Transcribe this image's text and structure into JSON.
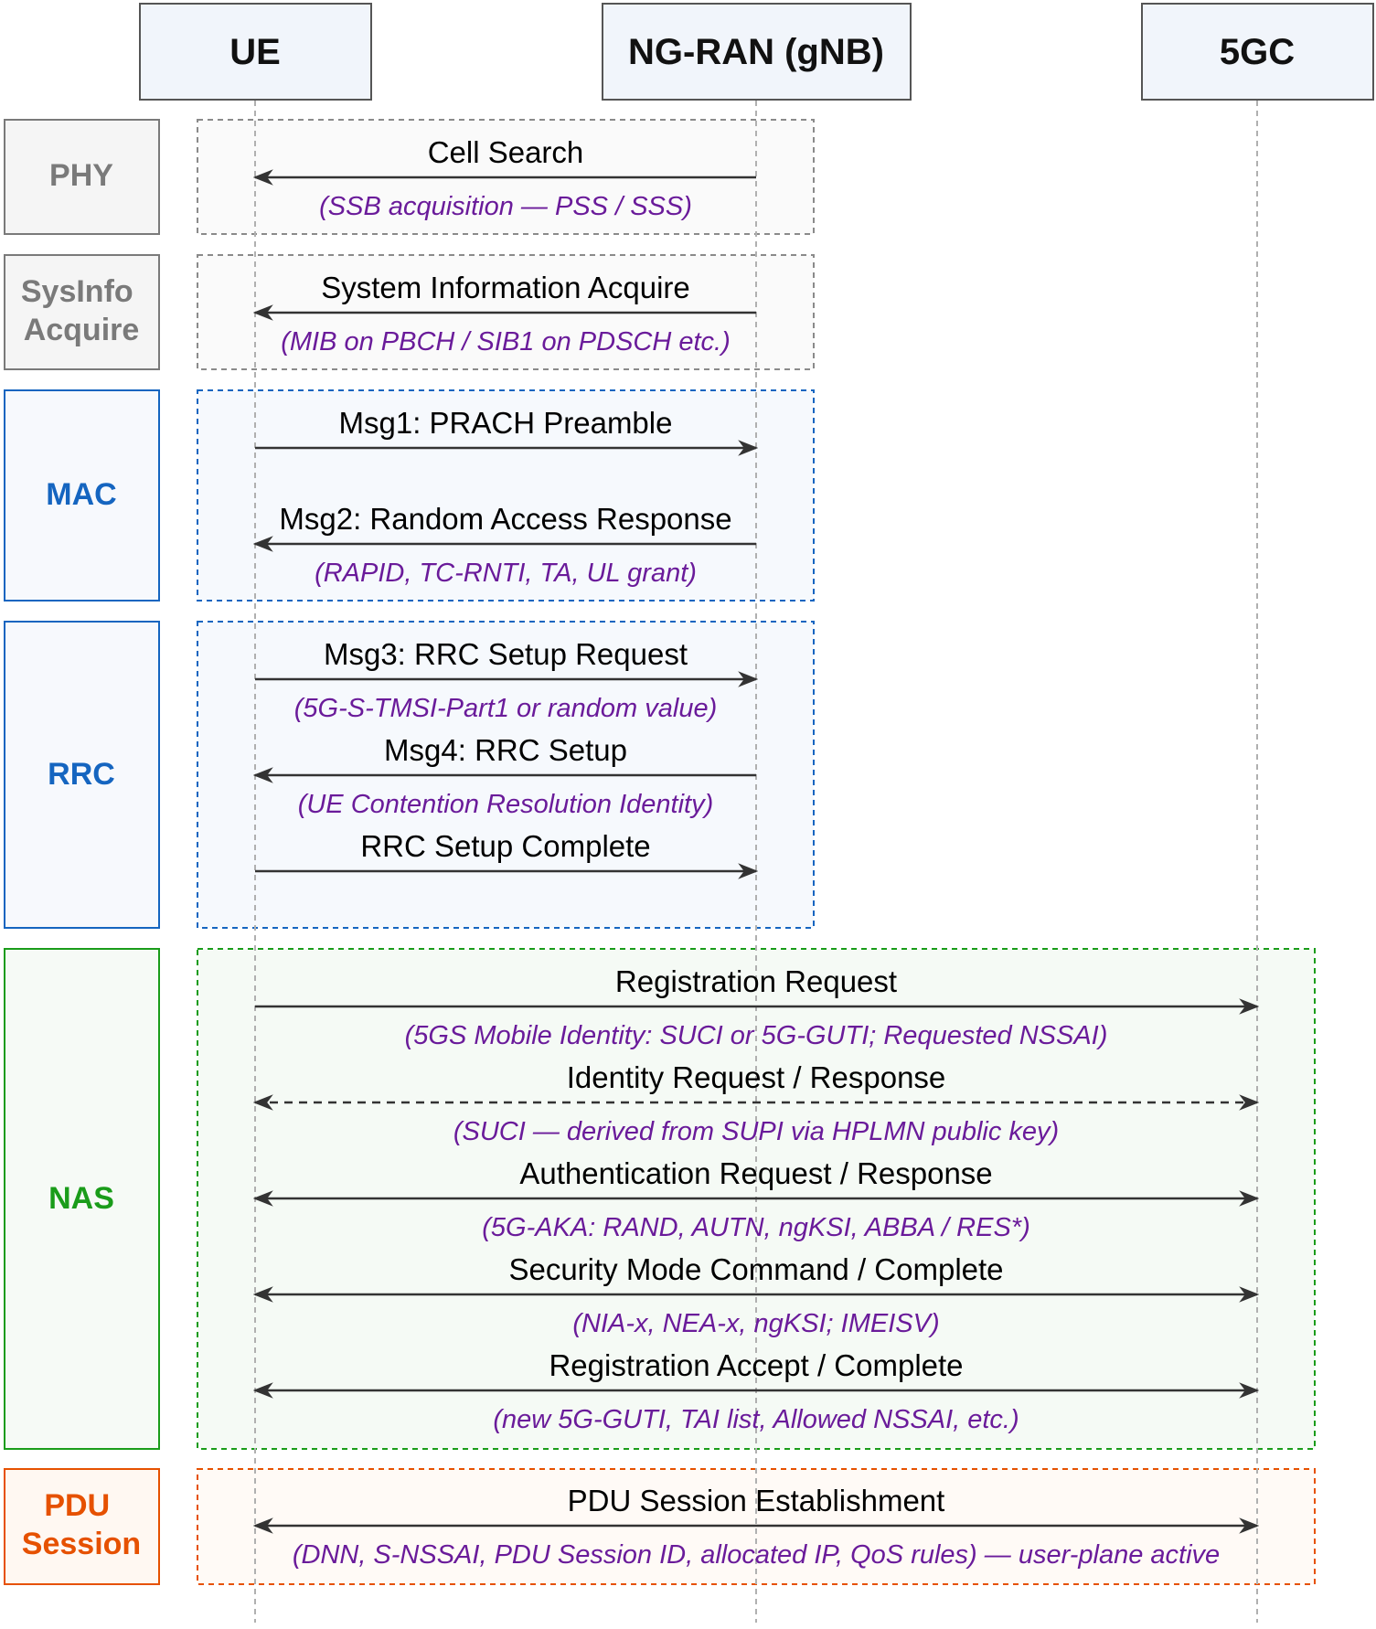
{
  "participants": [
    {
      "id": "ue",
      "label": "UE"
    },
    {
      "id": "gnb",
      "label": "NG-RAN (gNB)"
    },
    {
      "id": "core",
      "label": "5GC"
    }
  ],
  "layers": [
    {
      "id": "phy",
      "lines": [
        "PHY"
      ],
      "color": "#7a7a7a"
    },
    {
      "id": "sysinfo",
      "lines": [
        "SysInfo",
        "Acquire"
      ],
      "color": "#7a7a7a"
    },
    {
      "id": "mac",
      "lines": [
        "MAC"
      ],
      "color": "#1565c0"
    },
    {
      "id": "rrc",
      "lines": [
        "RRC"
      ],
      "color": "#1565c0"
    },
    {
      "id": "nas",
      "lines": [
        "NAS"
      ],
      "color": "#1a9c1a"
    },
    {
      "id": "pdu",
      "lines": [
        "PDU",
        "Session"
      ],
      "color": "#e65100"
    }
  ],
  "messages": [
    {
      "id": "cell-search",
      "label": "Cell Search",
      "note": "(SSB acquisition — PSS / SSS)",
      "from": "gnb",
      "to": "ue",
      "style": "solid",
      "bidirectional": false
    },
    {
      "id": "sysinfo-acquire",
      "label": "System Information Acquire",
      "note": "(MIB on PBCH / SIB1 on PDSCH etc.)",
      "from": "gnb",
      "to": "ue",
      "style": "solid",
      "bidirectional": false
    },
    {
      "id": "msg1",
      "label": "Msg1: PRACH Preamble",
      "note": "",
      "from": "ue",
      "to": "gnb",
      "style": "solid",
      "bidirectional": false
    },
    {
      "id": "msg2",
      "label": "Msg2: Random Access Response",
      "note": "(RAPID, TC-RNTI, TA, UL grant)",
      "from": "gnb",
      "to": "ue",
      "style": "solid",
      "bidirectional": false
    },
    {
      "id": "msg3",
      "label": "Msg3: RRC Setup Request",
      "note": "(5G-S-TMSI-Part1 or random value)",
      "from": "ue",
      "to": "gnb",
      "style": "solid",
      "bidirectional": false
    },
    {
      "id": "msg4",
      "label": "Msg4: RRC Setup",
      "note": "(UE Contention Resolution Identity)",
      "from": "gnb",
      "to": "ue",
      "style": "solid",
      "bidirectional": false
    },
    {
      "id": "rrc-setup-complete",
      "label": "RRC Setup Complete",
      "note": "",
      "from": "ue",
      "to": "gnb",
      "style": "solid",
      "bidirectional": false
    },
    {
      "id": "registration-request",
      "label": "Registration Request",
      "note": "(5GS Mobile Identity: SUCI or 5G-GUTI; Requested NSSAI)",
      "from": "ue",
      "to": "core",
      "style": "solid",
      "bidirectional": false
    },
    {
      "id": "identity",
      "label": "Identity Request / Response",
      "note": "(SUCI — derived from SUPI via HPLMN public key)",
      "from": "ue",
      "to": "core",
      "style": "dashed",
      "bidirectional": true
    },
    {
      "id": "authentication",
      "label": "Authentication Request / Response",
      "note": "(5G-AKA: RAND, AUTN, ngKSI, ABBA / RES*)",
      "from": "ue",
      "to": "core",
      "style": "solid",
      "bidirectional": true
    },
    {
      "id": "security-mode",
      "label": "Security Mode Command / Complete",
      "note": "(NIA-x, NEA-x, ngKSI; IMEISV)",
      "from": "ue",
      "to": "core",
      "style": "solid",
      "bidirectional": true
    },
    {
      "id": "registration-accept",
      "label": "Registration Accept / Complete",
      "note": "(new 5G-GUTI, TAI list, Allowed NSSAI, etc.)",
      "from": "ue",
      "to": "core",
      "style": "solid",
      "bidirectional": true
    },
    {
      "id": "pdu-session",
      "label": "PDU Session Establishment",
      "note": "(DNN, S-NSSAI, PDU Session ID, allocated IP, QoS rules) — user-plane active",
      "from": "ue",
      "to": "core",
      "style": "solid",
      "bidirectional": true
    }
  ],
  "colors": {
    "note_text": "#6a1b9a",
    "header_fill": "#f1f5fb",
    "lifeline": "#b0b0b0",
    "arrow": "#333333"
  }
}
